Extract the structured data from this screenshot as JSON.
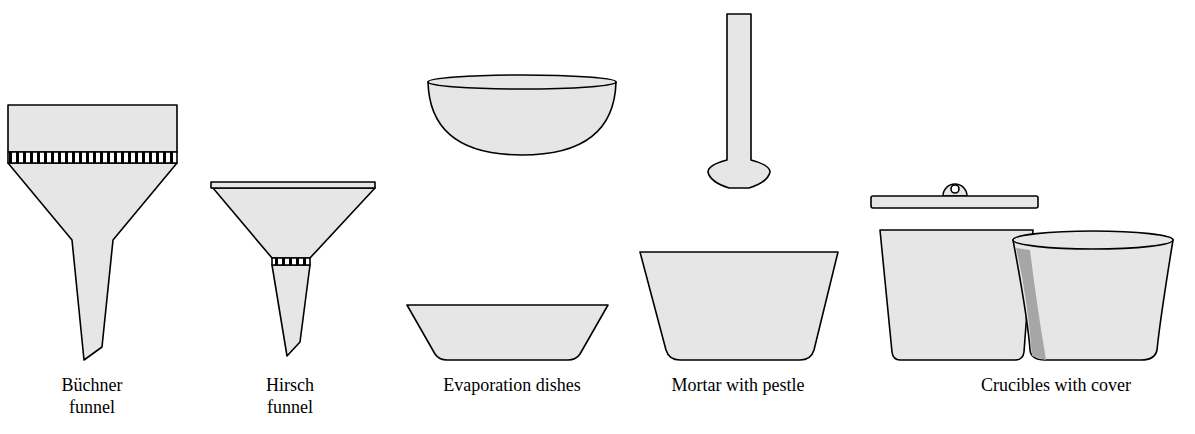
{
  "diagram": {
    "labels": [
      "Büchner funnel",
      "Hirsch funnel",
      "Evaporation dishes",
      "Mortar with pestle",
      "Crucibles with cover"
    ]
  }
}
